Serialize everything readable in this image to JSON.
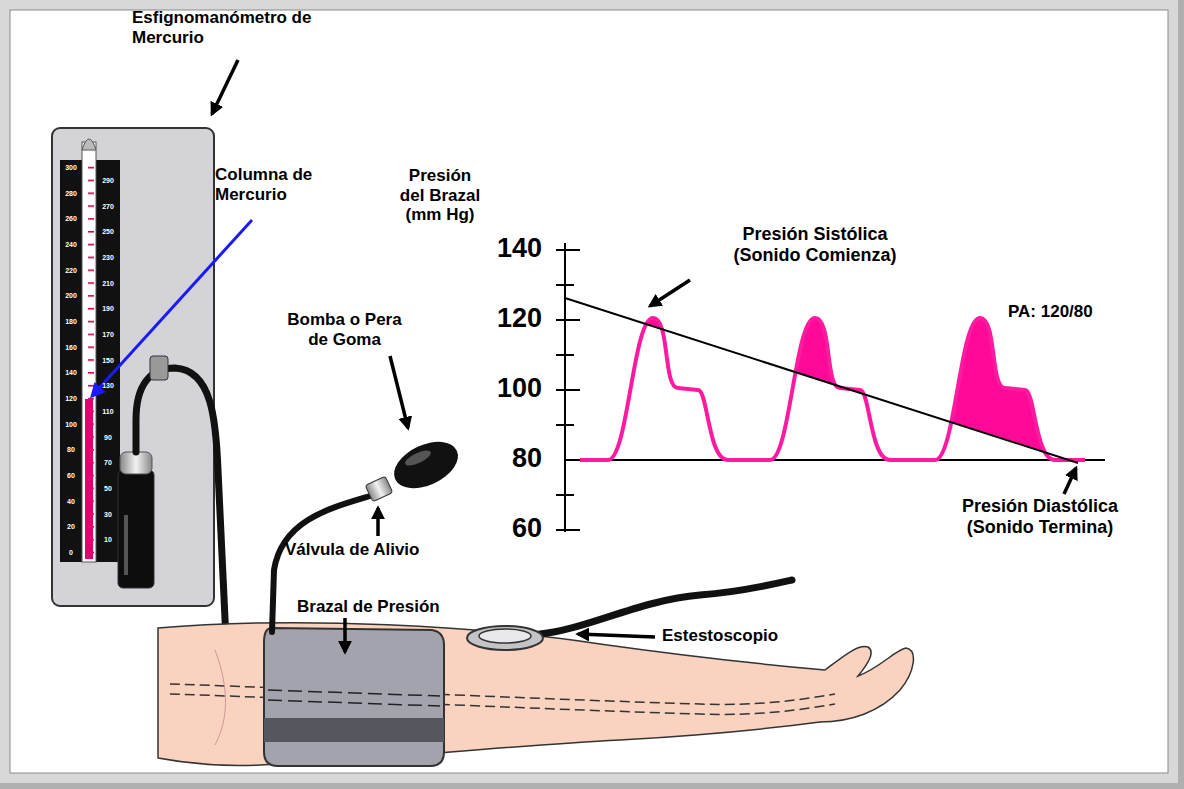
{
  "diagram": {
    "labels": [
      "Esfignomanómetro de Mercurio",
      "Columna de Mercurio",
      "Presión del Brazal (mm Hg)",
      "140",
      "Presión Sistólica (Sonido Comienza)",
      "120",
      "PA: 120/80",
      "Bomba o Pera de Goma",
      "100",
      "80",
      "Presión Diastólica (Sonido Termina)",
      "60",
      "Válvula de Alivio",
      "Brazal de Presión",
      "Estestoscopio",
      "300",
      "280",
      "260",
      "240",
      "220",
      "200",
      "180",
      "160",
      "140",
      "120",
      "100",
      "80",
      "60",
      "40",
      "20",
      "0",
      "290",
      "270",
      "250",
      "230",
      "210",
      "190",
      "170",
      "150",
      "130",
      "110",
      "90",
      "70",
      "50",
      "30",
      "10"
    ]
  }
}
